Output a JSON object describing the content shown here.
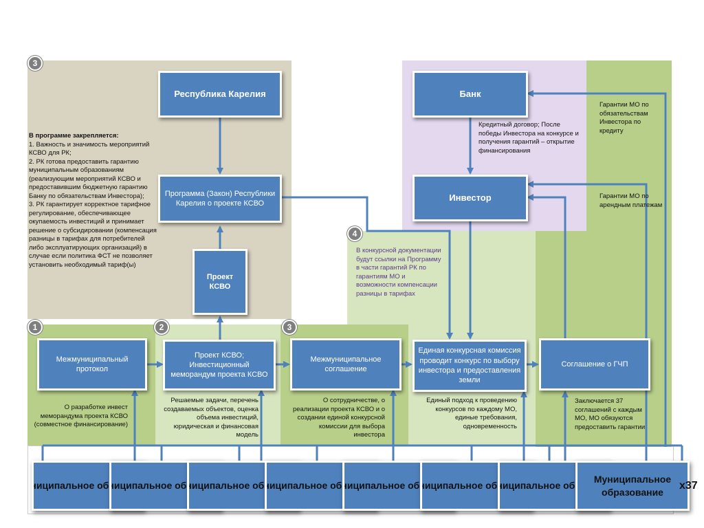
{
  "badges": {
    "b3_top": "3",
    "b1": "1",
    "b2": "2",
    "b3_bottom": "3",
    "b4": "4"
  },
  "boxes": {
    "karelia": "Республика Карелия",
    "program": "Программа (Закон) Республики Карелия о проекте КСВО",
    "proekt_ksvo": "Проект КСВО",
    "bank": "Банк",
    "investor": "Инвестор",
    "mezhmun_protokol": "Межмуниципальный протокол",
    "proekt_memorandum": "Проект КСВО; Инвестиционный меморандум проекта КСВО",
    "mezhmun_soglashenie": "Межмуниципальное соглашение",
    "komissia": "Единая конкурсная комиссия проводит конкурс по выбору инвестора и предоставления земли",
    "gchp": "Соглашение о ГЧП"
  },
  "notes": {
    "program_title": "В программе закрепляется:",
    "program_items": [
      "1. Важность и значимость мероприятий КСВО для РК;",
      "2. РК готова предоставить гарантию муниципальным образованиям (реализующим мероприятий КСВО и предоставившим бюджетную гарантию Банку по обязательствам Инвестора);",
      "3. РК гарантирует корректное тарифное регулирование, обеспечивающее окупаемость инвестиций и принимает решение о субсидировании (компенсация разницы в тарифах для потребителей либо эксплуатирующих организаций) в случае если политика ФСТ не позволяет установить необходимый тариф(ы)"
    ],
    "credit": "Кредитный договор; После победы Инвестора на конкурсе и получения гарантий – открытие финансирования",
    "guarantee_credit": "Гарантии МО по обязательствам Инвестора по кредиту",
    "guarantee_rent": "Гарантии МО по арендным платежам",
    "tender_docs": "В конкурсной документации будут ссылки на Программу в части гарантий РК по гарантиям МО и возможности компенсации разницы в тарифах",
    "memorandum_dev": "О разработке инвест меморандума проекта КСВО (совместное финансирование)",
    "tasks": "Решаемые задачи, перечень создаваемых объектов, оценка объема инвестиций, юридическая и финансовая модель",
    "cooperation": "О сотрудничестве, о реализации проекта КСВО и о создании единой конкурсной комиссии для выбора инвестора",
    "unified": "Единый подход к проведению конкурсов по каждому МО, единые требования, одновременность",
    "agreements37": "Заключается 37 соглашений с каждым МО, МО обязуются предоставить гарантии"
  },
  "mo_cards": [
    "Муниципальное образование",
    "Муниципальное образование",
    "Муниципальное образование",
    "Муниципальное образование",
    "Муниципальное образование",
    "Муниципальное образование",
    "Муниципальное образование",
    "Муниципальное образование"
  ],
  "multiplier": "x37",
  "colors": {
    "box_blue": "#4f81bd",
    "tan_region": "#d9d3c1",
    "purple_region": "#e3d8ee",
    "green_region": "#b8cf8a",
    "light_green_region": "#d8e6c0",
    "arrow_blue": "#4f81bd"
  }
}
